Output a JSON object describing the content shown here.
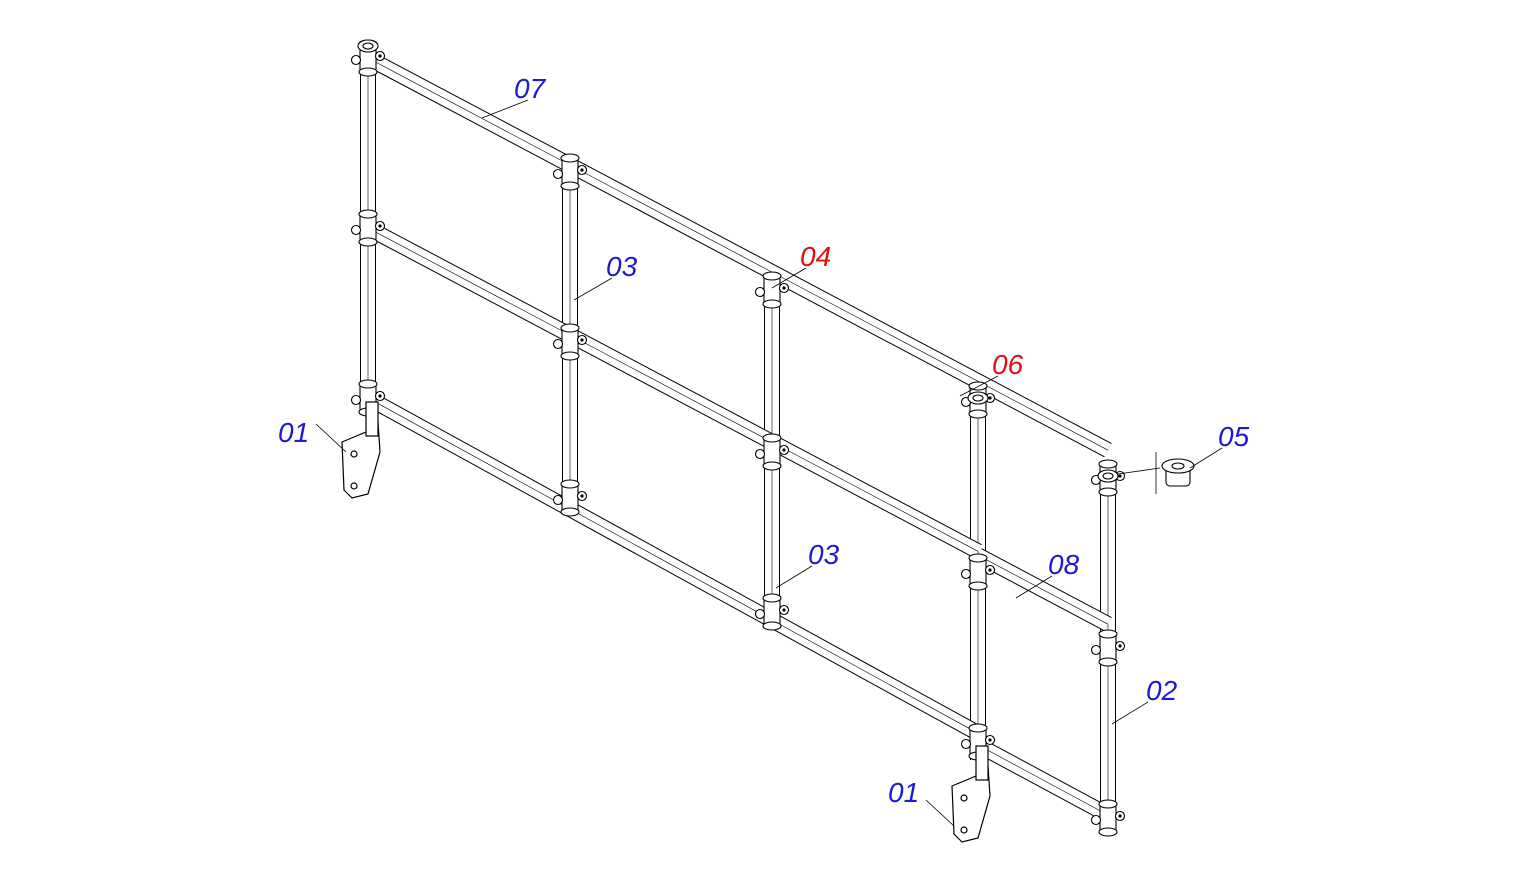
{
  "callouts": [
    {
      "id": "c07",
      "text": "07",
      "color": "#1a1ad4"
    },
    {
      "id": "c03a",
      "text": "03",
      "color": "#1a1ad4"
    },
    {
      "id": "c04",
      "text": "04",
      "color": "#e01010"
    },
    {
      "id": "c06",
      "text": "06",
      "color": "#e01010"
    },
    {
      "id": "c05",
      "text": "05",
      "color": "#1a1ad4"
    },
    {
      "id": "c01a",
      "text": "01",
      "color": "#1a1ad4"
    },
    {
      "id": "c03b",
      "text": "03",
      "color": "#1a1ad4"
    },
    {
      "id": "c08",
      "text": "08",
      "color": "#1a1ad4"
    },
    {
      "id": "c02",
      "text": "02",
      "color": "#1a1ad4"
    },
    {
      "id": "c01b",
      "text": "01",
      "color": "#1a1ad4"
    }
  ],
  "colors": {
    "line": "#000000",
    "background": "#ffffff",
    "callout_blue": "#1a1ad4",
    "callout_red": "#e01010"
  }
}
